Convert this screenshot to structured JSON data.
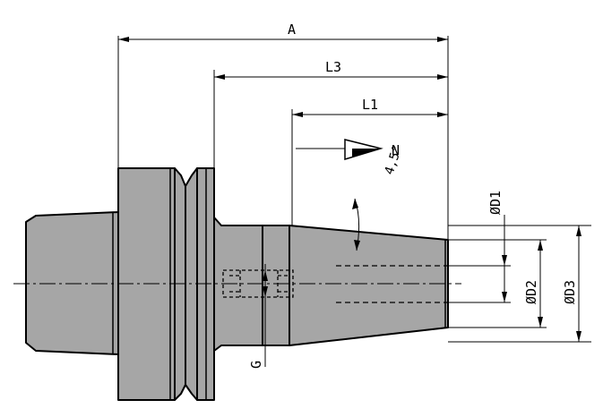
{
  "drawing": {
    "labels": {
      "A": "A",
      "L3": "L3",
      "L1": "L1",
      "N": "N",
      "angle": "4,5°",
      "D1": "ØD1",
      "D2": "ØD2",
      "D3": "ØD3",
      "G": "G"
    },
    "colors": {
      "body": "#a6a6a6",
      "line": "#000000",
      "background": "#ffffff"
    }
  }
}
